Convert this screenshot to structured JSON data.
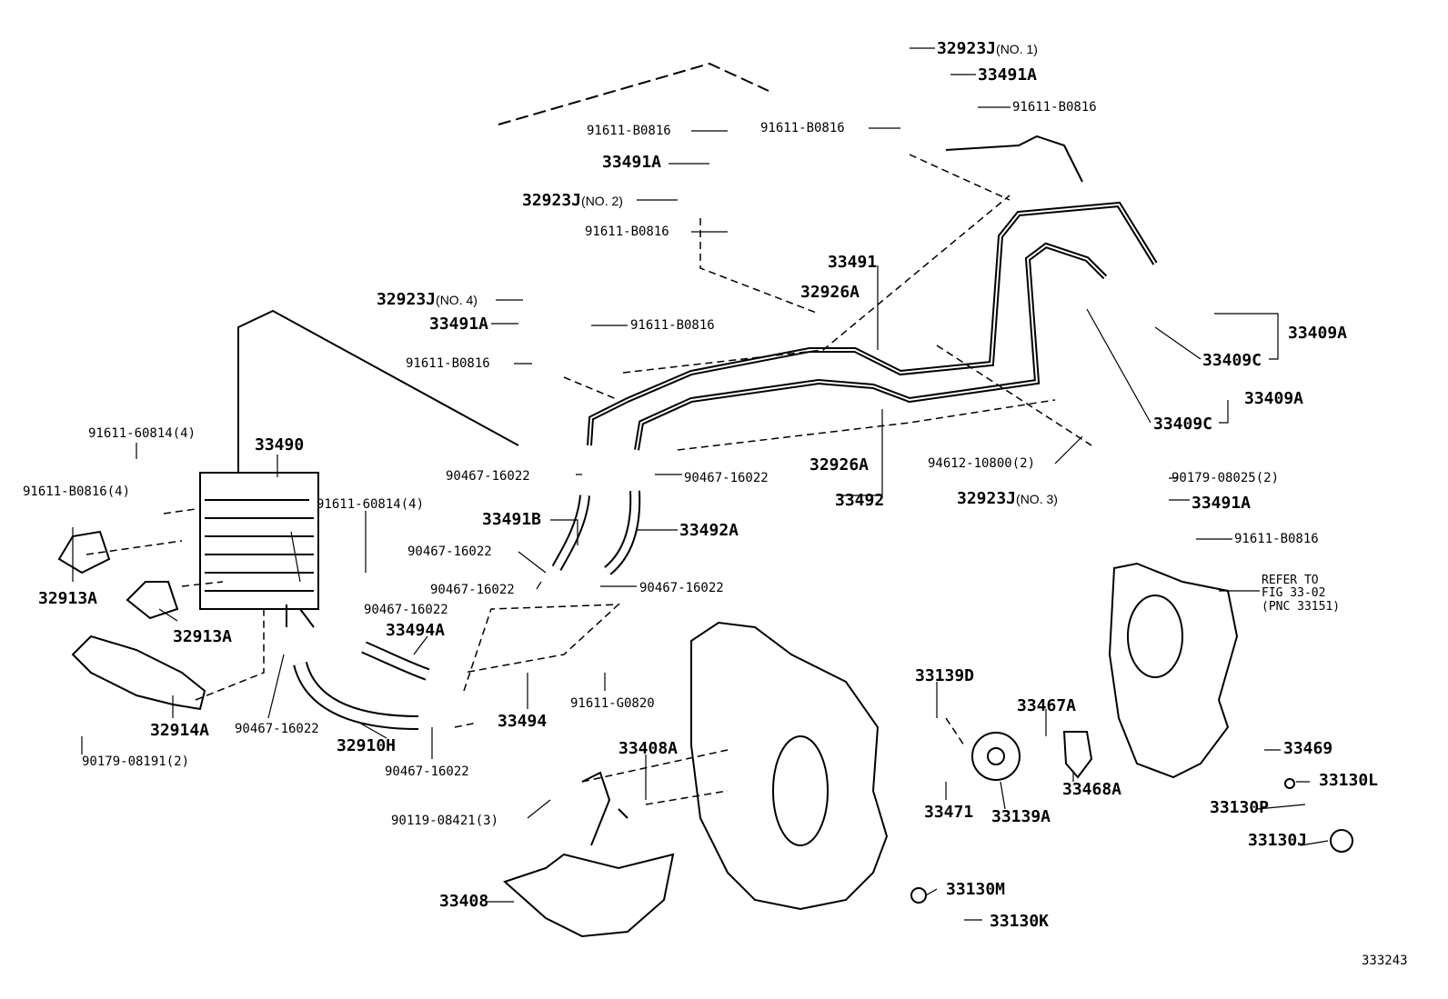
{
  "labels": [
    "32923J",
    "33491A",
    "91611-B0816",
    "91611-B0816",
    "91611-B0816",
    "33491A",
    "32923J",
    "91611-B0816",
    "33491",
    "32926A",
    "32923J",
    "33491A",
    "91611-B0816",
    "91611-B0816",
    "33409A",
    "33409C",
    "33409A",
    "33409C",
    "91611-60814(4)",
    "33490",
    "90467-16022",
    "90467-16022",
    "94612-10800(2)",
    "90179-08025(2)",
    "32926A",
    "33492",
    "32923J",
    "33491A",
    "91611-B0816(4)",
    "91611-60814(4)",
    "33491B",
    "33492A",
    "91611-B0816",
    "90467-16022",
    "90467-16022",
    "90467-16022",
    "32913A",
    "90467-16022",
    "33494A",
    "32913A",
    "91611-G0820",
    "33139D",
    "33467A",
    "33494",
    "32914A",
    "90467-16022",
    "32910H",
    "33408A",
    "33469",
    "90179-08191(2)",
    "90467-16022",
    "33130L",
    "33468A",
    "33471",
    "33139A",
    "33130P",
    "90119-08421(3)",
    "33130J",
    "33130M",
    "33408",
    "33130K"
  ],
  "sublabels": {
    "no1": "(NO. 1)",
    "no2": "(NO. 2)",
    "no3": "(NO. 3)",
    "no4": "(NO. 4)"
  },
  "reference_note": [
    "REFER TO",
    "FIG 33-02",
    "(PNC 33151)"
  ],
  "figure_id": "333243"
}
